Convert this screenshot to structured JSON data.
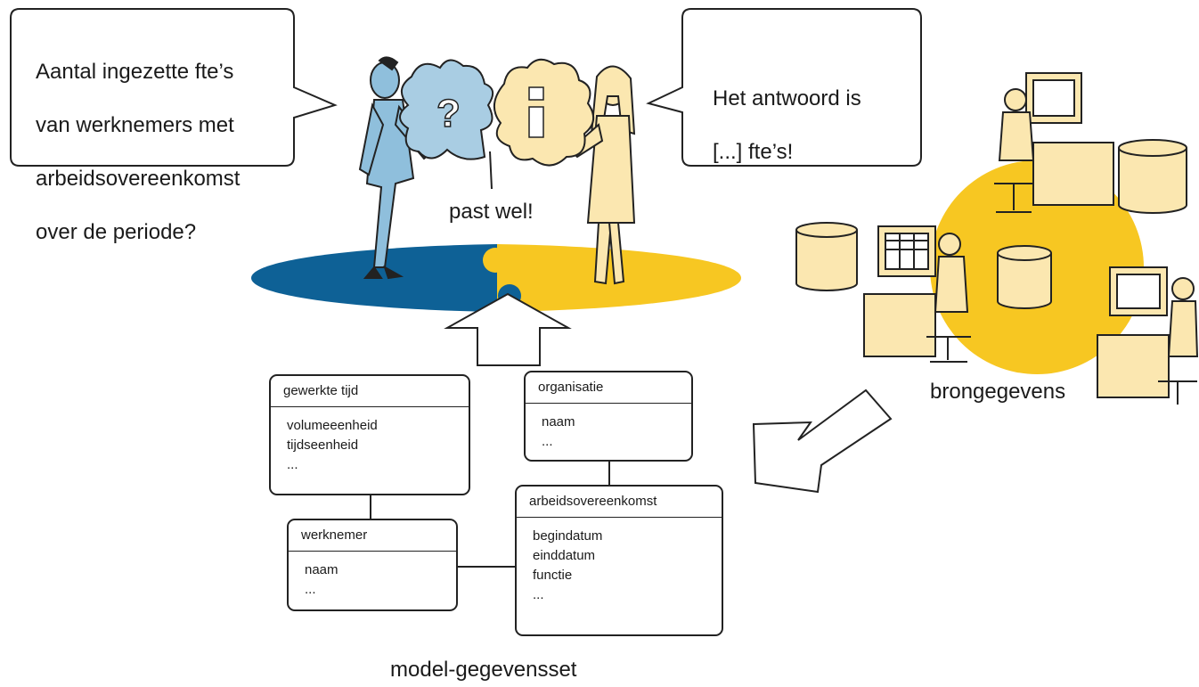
{
  "question_bubble": {
    "lines": [
      "Aantal ingezette fte’s",
      "van werknemers met",
      "arbeidsovereenkomst",
      "over de periode?"
    ]
  },
  "answer_bubble": {
    "lines": [
      "Het antwoord is",
      "[...] fte’s!"
    ]
  },
  "fit_label": "past wel!",
  "sources_label": "brongegevens",
  "model_label": "model-gegevensset",
  "entities": {
    "gewerkte_tijd": {
      "title": "gewerkte tijd",
      "attributes": [
        "volumeeenheid",
        "tijdseenheid",
        "..."
      ]
    },
    "organisatie": {
      "title": "organisatie",
      "attributes": [
        "naam",
        "..."
      ]
    },
    "werknemer": {
      "title": "werknemer",
      "attributes": [
        "naam",
        "..."
      ]
    },
    "arbeidsovereenkomst": {
      "title": "arbeidsovereenkomst",
      "attributes": [
        "begindatum",
        "einddatum",
        "functie",
        "..."
      ]
    }
  },
  "colors": {
    "blue_disc": "#0e6196",
    "yellow_disc": "#f7c722",
    "light_blue_piece": "#a9cde3",
    "cream_piece": "#fbe7b0",
    "figure_blue": "#8fbfdc",
    "figure_cream": "#fbe7b0",
    "line": "#1a1a1a"
  }
}
